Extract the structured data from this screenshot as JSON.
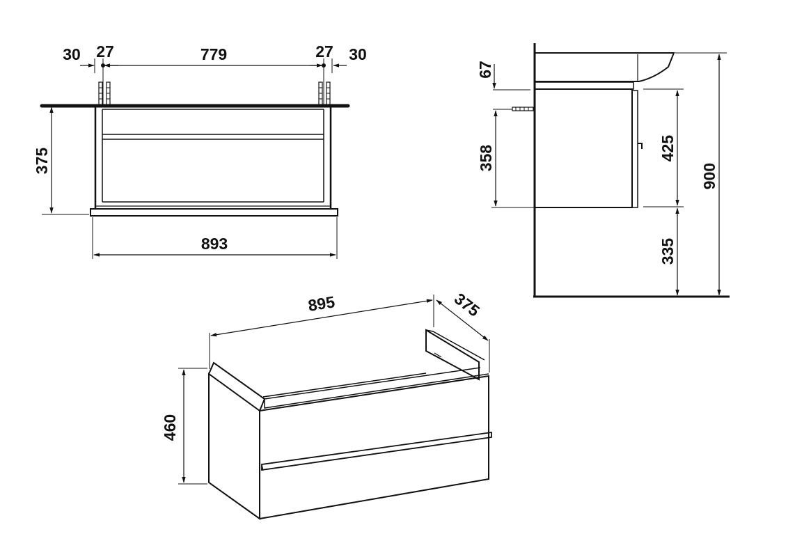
{
  "colors": {
    "line": "#111111",
    "background": "#ffffff"
  },
  "top_view": {
    "dims": {
      "left_margin": "30",
      "left_anchor": "27",
      "center": "779",
      "right_anchor": "27",
      "right_margin": "30",
      "depth": "375",
      "width": "893"
    }
  },
  "side_view": {
    "dims": {
      "basin_offset": "67",
      "anchor_height": "358",
      "cabinet_height": "425",
      "floor_clearance": "335",
      "total_height": "900"
    }
  },
  "iso_view": {
    "dims": {
      "width": "895",
      "depth": "375",
      "height": "460"
    }
  }
}
